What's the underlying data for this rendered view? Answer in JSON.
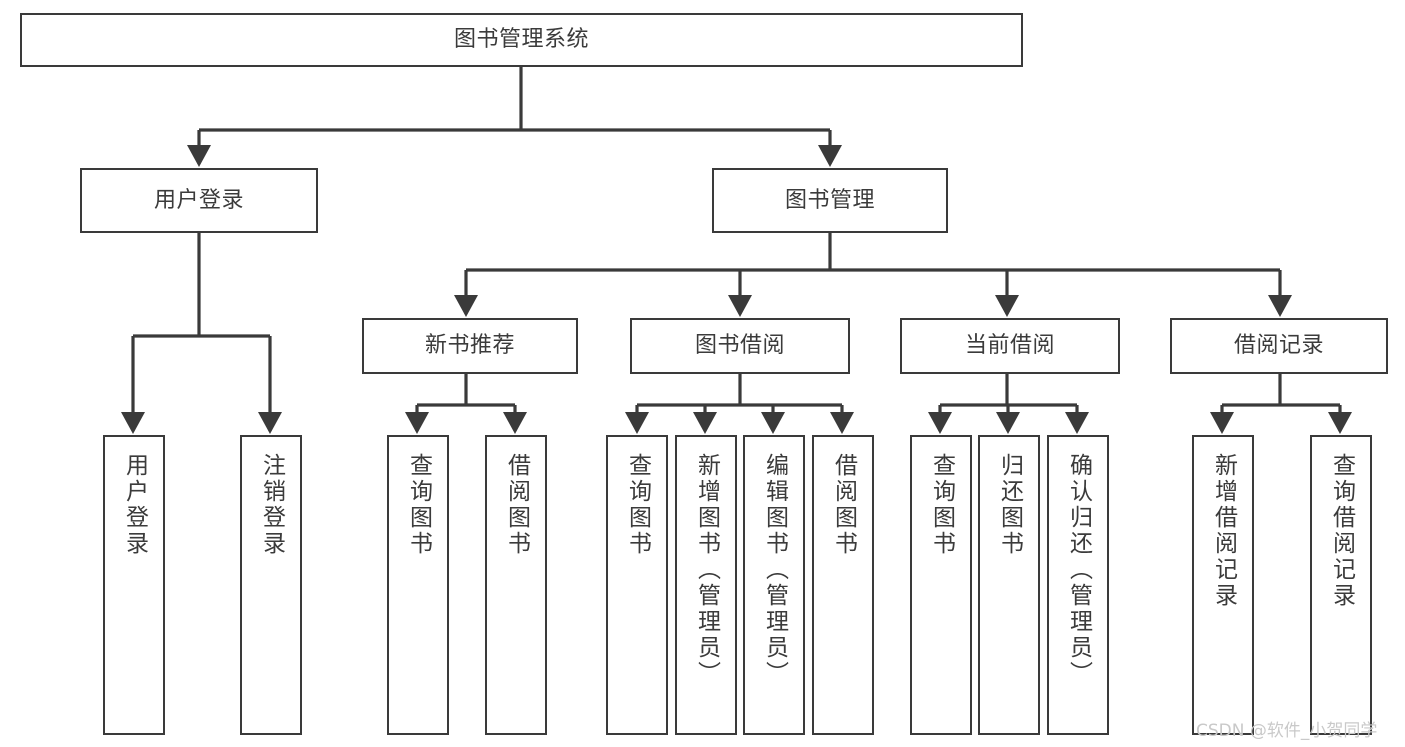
{
  "diagram": {
    "title": "图书管理系统",
    "type": "hierarchy-tree",
    "colors": {
      "box_border": "#3a3a3a",
      "box_fill": "#ffffff",
      "text": "#3b3b3b",
      "edge": "#3a3a3a",
      "watermark": "#c9c9c9",
      "background": "#ffffff"
    }
  },
  "nodes": {
    "root": {
      "label": "图书管理系统"
    },
    "level2": [
      {
        "id": "user-login",
        "label": "用户登录"
      },
      {
        "id": "book-management",
        "label": "图书管理"
      }
    ],
    "level3": [
      {
        "id": "new-book-recommend",
        "label": "新书推荐"
      },
      {
        "id": "book-borrow",
        "label": "图书借阅"
      },
      {
        "id": "current-borrow",
        "label": "当前借阅"
      },
      {
        "id": "borrow-record",
        "label": "借阅记录"
      }
    ],
    "leaves": {
      "user-login": [
        {
          "id": "leaf-user-login",
          "label": "用户登录"
        },
        {
          "id": "leaf-logout-login",
          "label": "注销登录"
        }
      ],
      "new-book-recommend": [
        {
          "id": "leaf-query-book-1",
          "label": "查询图书"
        },
        {
          "id": "leaf-borrow-book-1",
          "label": "借阅图书"
        }
      ],
      "book-borrow": [
        {
          "id": "leaf-query-book-2",
          "label": "查询图书"
        },
        {
          "id": "leaf-add-book-admin",
          "label": "新增图书（管理员）"
        },
        {
          "id": "leaf-edit-book-admin",
          "label": "编辑图书（管理员）"
        },
        {
          "id": "leaf-borrow-book-2",
          "label": "借阅图书"
        }
      ],
      "current-borrow": [
        {
          "id": "leaf-query-book-3",
          "label": "查询图书"
        },
        {
          "id": "leaf-return-book",
          "label": "归还图书"
        },
        {
          "id": "leaf-confirm-return-admin",
          "label": "确认归还（管理员）"
        }
      ],
      "borrow-record": [
        {
          "id": "leaf-add-borrow-record",
          "label": "新增借阅记录"
        },
        {
          "id": "leaf-query-borrow-record",
          "label": "查询借阅记录"
        }
      ]
    }
  },
  "watermark": {
    "text": "CSDN @软件_小贺同学"
  }
}
